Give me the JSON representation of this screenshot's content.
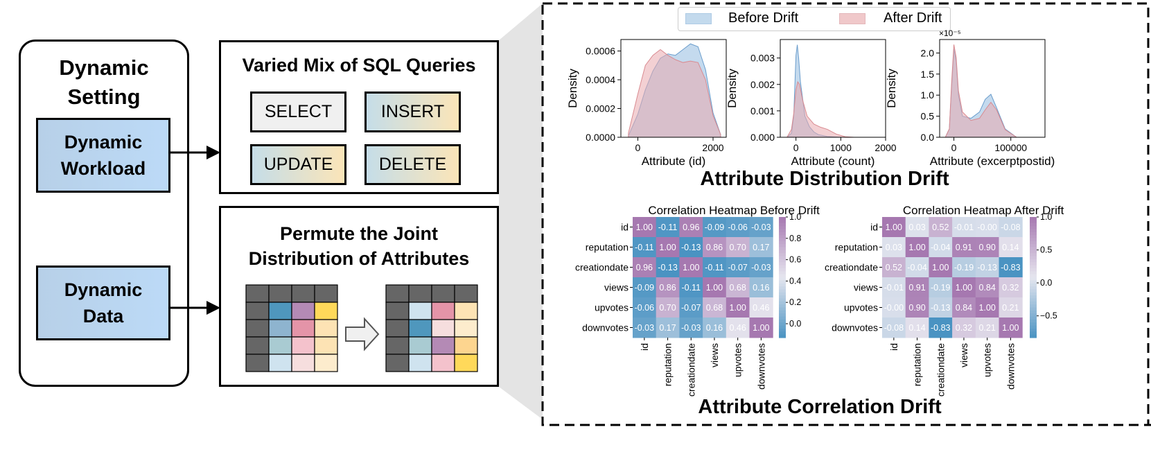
{
  "left_panel": {
    "title": "Dynamic Setting",
    "workload_label": "Dynamic Workload",
    "data_label": "Dynamic Data"
  },
  "sql_panel": {
    "title": "Varied Mix of SQL Queries",
    "queries": [
      "SELECT",
      "INSERT",
      "UPDATE",
      "DELETE"
    ]
  },
  "permute_panel": {
    "title_line1": "Permute the Joint",
    "title_line2": "Distribution of Attributes",
    "before_grid": [
      [
        "#666666",
        "#666666",
        "#666666",
        "#666666"
      ],
      [
        "#666666",
        "#4f97bd",
        "#b48ab5",
        "#ffd95a"
      ],
      [
        "#666666",
        "#8eb4cf",
        "#e494a8",
        "#fde3b4"
      ],
      [
        "#666666",
        "#a9cbd2",
        "#f4c2cc",
        "#fde3b4"
      ],
      [
        "#666666",
        "#cfe3ef",
        "#f6dede",
        "#fdeccd"
      ]
    ],
    "after_grid": [
      [
        "#666666",
        "#666666",
        "#666666",
        "#666666"
      ],
      [
        "#666666",
        "#cfe3ef",
        "#e494a8",
        "#fde3b4"
      ],
      [
        "#666666",
        "#4f97bd",
        "#f6dede",
        "#fdeccd"
      ],
      [
        "#666666",
        "#a9cbd2",
        "#b48ab5",
        "#fdd58f"
      ],
      [
        "#666666",
        "#cfe3ef",
        "#f4c2cc",
        "#ffd95a"
      ]
    ]
  },
  "legend": {
    "before": "Before Drift",
    "after": "After Drift",
    "before_color": "#9cc2e2",
    "after_color": "#eab2b4"
  },
  "chart_data": [
    {
      "type": "area",
      "name": "density-id",
      "xlabel": "Attribute (id)",
      "ylabel": "Density",
      "xlim": [
        -450,
        2350
      ],
      "ylim": [
        0,
        0.00068
      ],
      "xticks": [
        0,
        2000
      ],
      "xtick_labels": [
        "0",
        "2000"
      ],
      "yticks": [
        0,
        0.0002,
        0.0004,
        0.0006
      ],
      "ytick_labels": [
        "0.0000",
        "0.0002",
        "0.0004",
        "0.0006"
      ],
      "series": [
        {
          "name": "Before Drift",
          "x": [
            -250,
            0,
            200,
            400,
            600,
            800,
            1000,
            1200,
            1400,
            1600,
            1800,
            2000,
            2200
          ],
          "values": [
            1e-05,
            0.00016,
            0.00033,
            0.00046,
            0.00055,
            0.00058,
            0.00057,
            0.00061,
            0.00065,
            0.00063,
            0.00047,
            0.00017,
            2e-05
          ]
        },
        {
          "name": "After Drift",
          "x": [
            -250,
            0,
            200,
            400,
            600,
            800,
            1000,
            1200,
            1400,
            1600,
            1800,
            2000,
            2200
          ],
          "values": [
            3e-05,
            0.0003,
            0.0005,
            0.00057,
            0.00061,
            0.00057,
            0.00054,
            0.00052,
            0.00053,
            0.00052,
            0.0004,
            0.00015,
            2e-05
          ]
        }
      ]
    },
    {
      "type": "area",
      "name": "density-count",
      "xlabel": "Attribute (count)",
      "ylabel": "Density",
      "xlim": [
        -350,
        2000
      ],
      "ylim": [
        0,
        0.0037
      ],
      "xticks": [
        0,
        1000,
        2000
      ],
      "xtick_labels": [
        "0",
        "1000",
        "2000"
      ],
      "yticks": [
        0,
        0.001,
        0.002,
        0.003
      ],
      "ytick_labels": [
        "0.000",
        "0.001",
        "0.002",
        "0.003"
      ],
      "series": [
        {
          "name": "Before Drift",
          "x": [
            -200,
            -100,
            -50,
            0,
            30,
            60,
            100,
            200,
            300,
            400,
            500,
            700,
            1000,
            1300
          ],
          "values": [
            0,
            0.00015,
            0.0008,
            0.0031,
            0.0035,
            0.003,
            0.0021,
            0.0008,
            0.0004,
            0.0002,
            0.0001,
            3e-05,
            0,
            0
          ]
        },
        {
          "name": "After Drift",
          "x": [
            -200,
            -100,
            -50,
            0,
            40,
            80,
            150,
            250,
            400,
            550,
            700,
            900,
            1100,
            1300
          ],
          "values": [
            0,
            0.0003,
            0.0009,
            0.0018,
            0.0021,
            0.002,
            0.0014,
            0.0008,
            0.0005,
            0.00038,
            0.0003,
            0.00012,
            2e-05,
            0
          ]
        }
      ]
    },
    {
      "type": "area",
      "name": "density-excerptpostid",
      "xlabel": "Attribute (excerptpostid)",
      "ylabel": "Density",
      "exponent_label": "×10⁻⁵",
      "xlim": [
        -25000,
        160000
      ],
      "ylim": [
        0,
        2.32e-05
      ],
      "xticks": [
        0,
        100000
      ],
      "xtick_labels": [
        "0",
        "100000"
      ],
      "yticks": [
        0,
        5e-06,
        1e-05,
        1.5e-05,
        2e-05
      ],
      "ytick_labels": [
        "0.0",
        "0.5",
        "1.0",
        "1.5",
        "2.0"
      ],
      "series": [
        {
          "name": "Before Drift",
          "x": [
            -15000,
            -8000,
            -4000,
            0,
            4000,
            8000,
            15000,
            30000,
            45000,
            55000,
            65000,
            75000,
            90000,
            110000
          ],
          "values": [
            0,
            2e-06,
            1.2e-05,
            2.1e-05,
            1.8e-05,
            1e-05,
            5e-06,
            4.5e-06,
            6e-06,
            9e-06,
            1.02e-05,
            7e-06,
            2e-06,
            0
          ]
        },
        {
          "name": "After Drift",
          "x": [
            -15000,
            -8000,
            -4000,
            0,
            4000,
            8000,
            15000,
            30000,
            45000,
            55000,
            65000,
            75000,
            90000,
            110000
          ],
          "values": [
            0,
            2e-06,
            1.3e-05,
            2.2e-05,
            1.9e-05,
            1.1e-05,
            6e-06,
            4e-06,
            4.5e-06,
            6.5e-06,
            8.3e-06,
            6.5e-06,
            1.8e-06,
            0
          ]
        }
      ]
    },
    {
      "type": "heatmap",
      "name": "heatmap-before",
      "title": "Correlation Heatmap Before Drift",
      "labels": [
        "id",
        "reputation",
        "creationdate",
        "views",
        "upvotes",
        "downvotes"
      ],
      "values": [
        [
          1.0,
          -0.11,
          0.96,
          -0.09,
          -0.06,
          -0.03
        ],
        [
          -0.11,
          1.0,
          -0.13,
          0.86,
          0.7,
          0.17
        ],
        [
          0.96,
          -0.13,
          1.0,
          -0.11,
          -0.07,
          -0.03
        ],
        [
          -0.09,
          0.86,
          -0.11,
          1.0,
          0.68,
          0.16
        ],
        [
          -0.06,
          0.7,
          -0.07,
          0.68,
          1.0,
          0.46
        ],
        [
          -0.03,
          0.17,
          -0.03,
          0.16,
          0.46,
          1.0
        ]
      ],
      "cell_labels": [
        [
          "1.00",
          "-0.11",
          "0.96",
          "-0.09",
          "-0.06",
          "-0.03"
        ],
        [
          "-0.11",
          "1.00",
          "-0.13",
          "0.86",
          "0.70",
          "0.17"
        ],
        [
          "0.96",
          "-0.13",
          "1.00",
          "-0.11",
          "-0.07",
          "-0.03"
        ],
        [
          "-0.09",
          "0.86",
          "-0.11",
          "1.00",
          "0.68",
          "0.16"
        ],
        [
          "-0.06",
          "0.70",
          "-0.07",
          "0.68",
          "1.00",
          "0.46"
        ],
        [
          "-0.03",
          "0.17",
          "-0.03",
          "0.16",
          "0.46",
          "1.00"
        ]
      ],
      "vmin": -0.13,
      "vmax": 1.0,
      "colorbar_ticks": [
        0.0,
        0.2,
        0.4,
        0.6,
        0.8,
        1.0
      ],
      "colorbar_tick_labels": [
        "0.0",
        "0.2",
        "0.4",
        "0.6",
        "0.8",
        "1.0"
      ]
    },
    {
      "type": "heatmap",
      "name": "heatmap-after",
      "title": "Correlation Heatmap After Drift",
      "labels": [
        "id",
        "reputation",
        "creationdate",
        "views",
        "upvotes",
        "downvotes"
      ],
      "values": [
        [
          1.0,
          0.03,
          0.52,
          -0.01,
          -0.0,
          -0.08
        ],
        [
          0.03,
          1.0,
          -0.04,
          0.91,
          0.9,
          0.14
        ],
        [
          0.52,
          -0.04,
          1.0,
          -0.19,
          -0.13,
          -0.83
        ],
        [
          -0.01,
          0.91,
          -0.19,
          1.0,
          0.84,
          0.32
        ],
        [
          -0.0,
          0.9,
          -0.13,
          0.84,
          1.0,
          0.21
        ],
        [
          -0.08,
          0.14,
          -0.83,
          0.32,
          0.21,
          1.0
        ]
      ],
      "cell_labels": [
        [
          "1.00",
          "0.03",
          "0.52",
          "-0.01",
          "-0.00",
          "-0.08"
        ],
        [
          "0.03",
          "1.00",
          "-0.04",
          "0.91",
          "0.90",
          "0.14"
        ],
        [
          "0.52",
          "-0.04",
          "1.00",
          "-0.19",
          "-0.13",
          "-0.83"
        ],
        [
          "-0.01",
          "0.91",
          "-0.19",
          "1.00",
          "0.84",
          "0.32"
        ],
        [
          "-0.00",
          "0.90",
          "-0.13",
          "0.84",
          "1.00",
          "0.21"
        ],
        [
          "-0.08",
          "0.14",
          "-0.83",
          "0.32",
          "0.21",
          "1.00"
        ]
      ],
      "vmin": -0.83,
      "vmax": 1.0,
      "colorbar_ticks": [
        -0.5,
        0.0,
        0.5,
        1.0
      ],
      "colorbar_tick_labels": [
        "−0.5",
        "0.0",
        "0.5",
        "1.0"
      ]
    }
  ],
  "section_titles": {
    "distribution": "Attribute Distribution Drift",
    "correlation": "Attribute Correlation Drift"
  },
  "colormap": {
    "low": "#4a93c2",
    "mid": "#e6e6ef",
    "high": "#a678b0"
  }
}
